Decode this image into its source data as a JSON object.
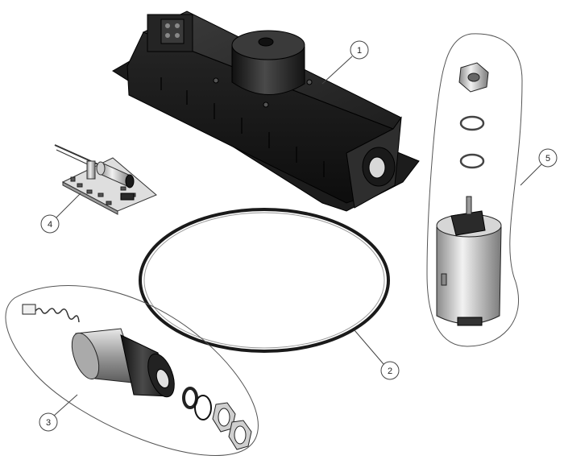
{
  "callouts": [
    {
      "id": "1",
      "label": "1"
    },
    {
      "id": "2",
      "label": "2"
    },
    {
      "id": "3",
      "label": "3"
    },
    {
      "id": "4",
      "label": "4"
    },
    {
      "id": "5",
      "label": "5"
    }
  ],
  "colors": {
    "body": "#2a2a2a",
    "body_dark": "#141414",
    "body_light": "#4a4a4a",
    "metal": "#bcbcbc",
    "metal_dark": "#7d7d7d",
    "outline": "#555555",
    "pcb": "#dcdcdc"
  }
}
